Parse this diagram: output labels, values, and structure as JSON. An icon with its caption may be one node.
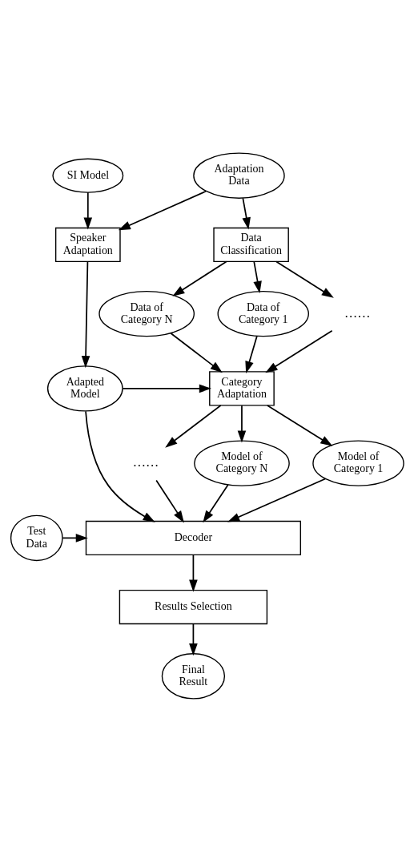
{
  "diagram": {
    "nodes": [
      {
        "text": [
          "Adaptation Data"
        ]
      },
      {
        "text": [
          "SI Model"
        ]
      },
      {
        "text": [
          "Data Classification"
        ]
      },
      {
        "text": [
          "Speaker Adaptation"
        ]
      },
      {
        "text": [
          "Data of Category 1"
        ]
      },
      {
        "text": [
          "……"
        ]
      },
      {
        "text": [
          "Data of Category N"
        ]
      },
      {
        "text": [
          "Category Adaptation"
        ]
      },
      {
        "text": [
          "Adapted Model"
        ]
      },
      {
        "text": [
          "Model of Category 1"
        ]
      },
      {
        "text": [
          "……"
        ]
      },
      {
        "text": [
          "Model of Category N"
        ]
      },
      {
        "text": [
          "Decoder"
        ]
      },
      {
        "text": [
          "Test Data"
        ]
      },
      {
        "text": [
          "Results Selection"
        ]
      },
      {
        "text": [
          "Final Result"
        ]
      }
    ],
    "edges": [
      {
        "from": 0,
        "to": 2,
        "arrow": "to"
      },
      {
        "from": 0,
        "to": 3,
        "arrow": "to"
      },
      {
        "from": 1,
        "to": 3,
        "arrow": "to"
      },
      {
        "from": 2,
        "to": 4,
        "arrow": "to"
      },
      {
        "from": 2,
        "to": 5,
        "arrow": "to"
      },
      {
        "from": 2,
        "to": 6,
        "arrow": "to"
      },
      {
        "from": 3,
        "to": 8,
        "arrow": "to"
      },
      {
        "from": 4,
        "to": 7,
        "arrow": "to"
      },
      {
        "from": 5,
        "to": 7,
        "arrow": "to"
      },
      {
        "from": 6,
        "to": 7,
        "arrow": "to"
      },
      {
        "from": 8,
        "to": 7,
        "arrow": "to"
      },
      {
        "from": 7,
        "to": 9,
        "arrow": "to"
      },
      {
        "from": 7,
        "to": 10,
        "arrow": "to"
      },
      {
        "from": 7,
        "to": 11,
        "arrow": "to"
      },
      {
        "from": 9,
        "to": 12,
        "arrow": "to"
      },
      {
        "from": 10,
        "to": 12,
        "arrow": "to"
      },
      {
        "from": 11,
        "to": 12,
        "arrow": "to"
      },
      {
        "from": 8,
        "to": 12,
        "arrow": "to"
      },
      {
        "from": 13,
        "to": 12,
        "arrow": "to"
      },
      {
        "from": 12,
        "to": 14,
        "arrow": "to"
      },
      {
        "from": 14,
        "to": 15,
        "arrow": "to"
      }
    ]
  }
}
